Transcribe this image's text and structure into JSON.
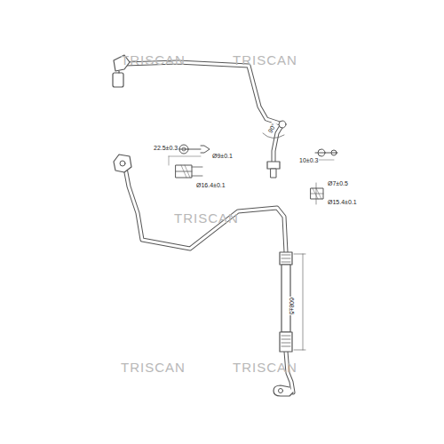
{
  "diagram": {
    "labels": [
      "TRISCAN",
      "TRISCAN",
      "22.5±0.3",
      "Ø9±0.1",
      "90°",
      "10±0.3",
      "Ø16.4±0.1",
      "Ø7±0.5",
      "Ø15.4±0.1",
      "TRISCAN",
      "608±5",
      "TRISCAN",
      "TRISCAN"
    ]
  }
}
